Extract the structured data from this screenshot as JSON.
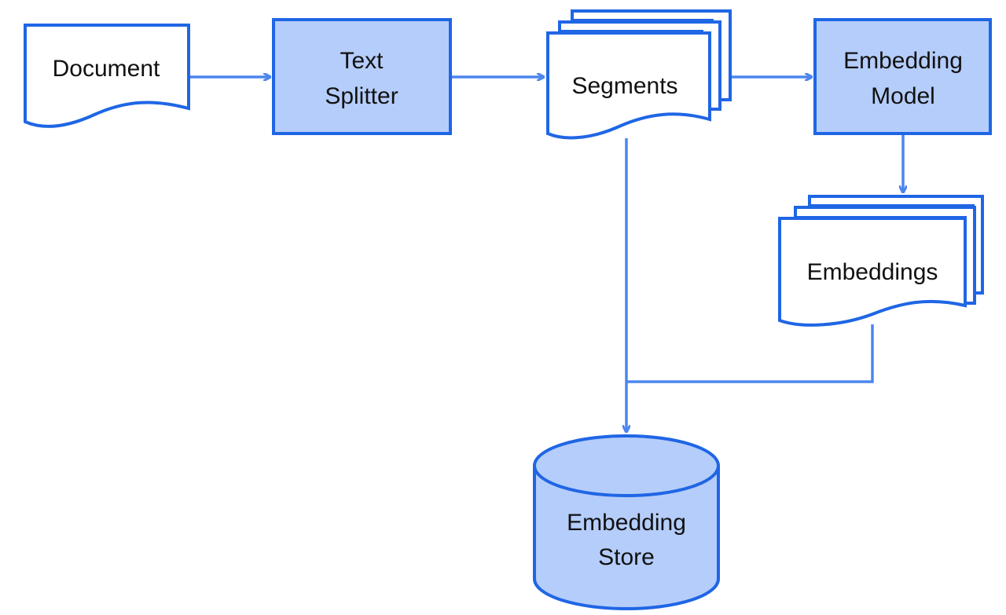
{
  "colors": {
    "stroke": "#1f66e5",
    "arrow": "#4c86ee",
    "process_fill": "#b5cdfa",
    "doc_fill": "#ffffff",
    "text": "#111111"
  },
  "nodes": {
    "document": {
      "label": "Document",
      "shape": "document"
    },
    "text_splitter": {
      "line1": "Text",
      "line2": "Splitter",
      "shape": "process"
    },
    "segments": {
      "label": "Segments",
      "shape": "multi-document"
    },
    "embedding_model": {
      "line1": "Embedding",
      "line2": "Model",
      "shape": "process"
    },
    "embeddings": {
      "label": "Embeddings",
      "shape": "multi-document"
    },
    "embedding_store": {
      "line1": "Embedding",
      "line2": "Store",
      "shape": "database"
    }
  },
  "edges": [
    {
      "from": "Document",
      "to": "Text Splitter"
    },
    {
      "from": "Text Splitter",
      "to": "Segments"
    },
    {
      "from": "Segments",
      "to": "Embedding Model"
    },
    {
      "from": "Embedding Model",
      "to": "Embeddings"
    },
    {
      "from": "Segments",
      "to": "Embedding Store"
    },
    {
      "from": "Embeddings",
      "to": "Embedding Store"
    }
  ]
}
